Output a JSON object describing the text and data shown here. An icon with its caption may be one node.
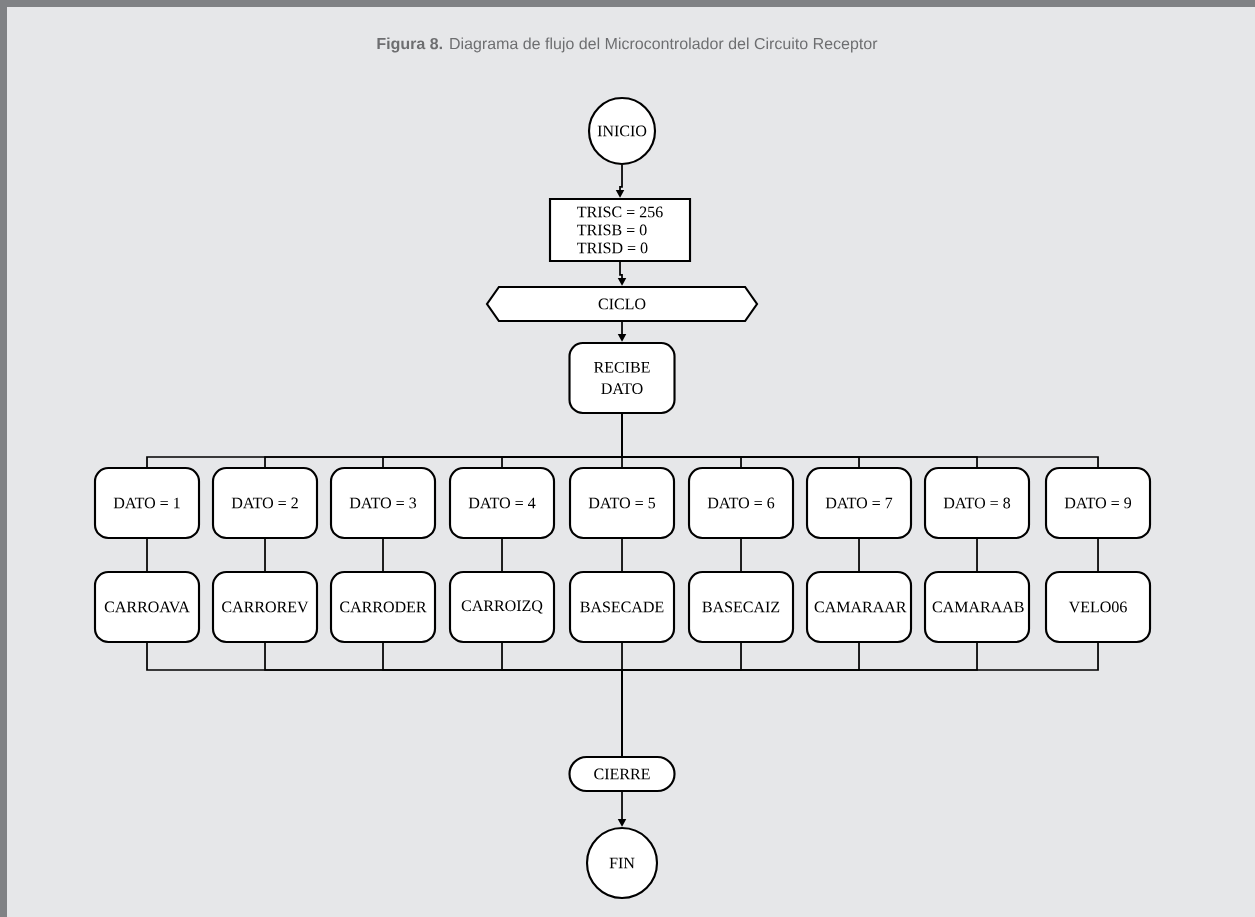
{
  "diagram": {
    "title": "**Figura 8.** Diagrama de flujo del Microcontrolador del Circuito Receptor",
    "nodes": [
      {
        "text": [
          "INICIO"
        ]
      },
      {
        "text": [
          "TRISC = 256",
          "TRISB = 0",
          "TRISD = 0"
        ]
      },
      {
        "text": [
          "CICLO"
        ]
      },
      {
        "text": [
          "RECIBE DATO"
        ]
      },
      {
        "text": [
          "DATO = 1"
        ]
      },
      {
        "text": [
          "DATO = 2"
        ]
      },
      {
        "text": [
          "DATO = 3"
        ]
      },
      {
        "text": [
          "DATO = 4"
        ]
      },
      {
        "text": [
          "DATO = 5"
        ]
      },
      {
        "text": [
          "DATO = 6"
        ]
      },
      {
        "text": [
          "DATO = 7"
        ]
      },
      {
        "text": [
          "DATO = 8"
        ]
      },
      {
        "text": [
          "DATO = 9"
        ]
      },
      {
        "text": [
          "CARROAVA"
        ]
      },
      {
        "text": [
          "CARROREV"
        ]
      },
      {
        "text": [
          "CARRODER"
        ]
      },
      {
        "text": [
          "CARROIZQ"
        ]
      },
      {
        "text": [
          "BASECADE"
        ]
      },
      {
        "text": [
          "BASECAIZ"
        ]
      },
      {
        "text": [
          "CAMARAAR"
        ]
      },
      {
        "text": [
          "CAMARAAB"
        ]
      },
      {
        "text": [
          "VELO06"
        ]
      },
      {
        "text": [
          "CIERRE"
        ]
      },
      {
        "text": [
          "FIN"
        ]
      }
    ],
    "edges": [
      {
        "from": 0,
        "to": 1,
        "arrow": "to"
      },
      {
        "from": 1,
        "to": 2,
        "arrow": "to"
      },
      {
        "from": 2,
        "to": 3,
        "arrow": "to"
      },
      {
        "from": 3,
        "to": 4,
        "arrow": "none"
      },
      {
        "from": 3,
        "to": 5,
        "arrow": "none"
      },
      {
        "from": 3,
        "to": 6,
        "arrow": "none"
      },
      {
        "from": 3,
        "to": 7,
        "arrow": "none"
      },
      {
        "from": 3,
        "to": 8,
        "arrow": "none"
      },
      {
        "from": 3,
        "to": 9,
        "arrow": "none"
      },
      {
        "from": 3,
        "to": 10,
        "arrow": "none"
      },
      {
        "from": 3,
        "to": 11,
        "arrow": "none"
      },
      {
        "from": 3,
        "to": 12,
        "arrow": "none"
      },
      {
        "from": 4,
        "to": 13,
        "arrow": "none"
      },
      {
        "from": 5,
        "to": 14,
        "arrow": "none"
      },
      {
        "from": 6,
        "to": 15,
        "arrow": "none"
      },
      {
        "from": 7,
        "to": 16,
        "arrow": "none"
      },
      {
        "from": 8,
        "to": 17,
        "arrow": "none"
      },
      {
        "from": 9,
        "to": 18,
        "arrow": "none"
      },
      {
        "from": 10,
        "to": 19,
        "arrow": "none"
      },
      {
        "from": 11,
        "to": 20,
        "arrow": "none"
      },
      {
        "from": 12,
        "to": 21,
        "arrow": "none"
      },
      {
        "from": 13,
        "to": 22,
        "arrow": "none"
      },
      {
        "from": 14,
        "to": 22,
        "arrow": "none"
      },
      {
        "from": 15,
        "to": 22,
        "arrow": "none"
      },
      {
        "from": 16,
        "to": 22,
        "arrow": "none"
      },
      {
        "from": 17,
        "to": 22,
        "arrow": "none"
      },
      {
        "from": 18,
        "to": 22,
        "arrow": "none"
      },
      {
        "from": 19,
        "to": 22,
        "arrow": "none"
      },
      {
        "from": 20,
        "to": 22,
        "arrow": "none"
      },
      {
        "from": 21,
        "to": 22,
        "arrow": "none"
      },
      {
        "from": 22,
        "to": 23,
        "arrow": "to"
      }
    ]
  }
}
